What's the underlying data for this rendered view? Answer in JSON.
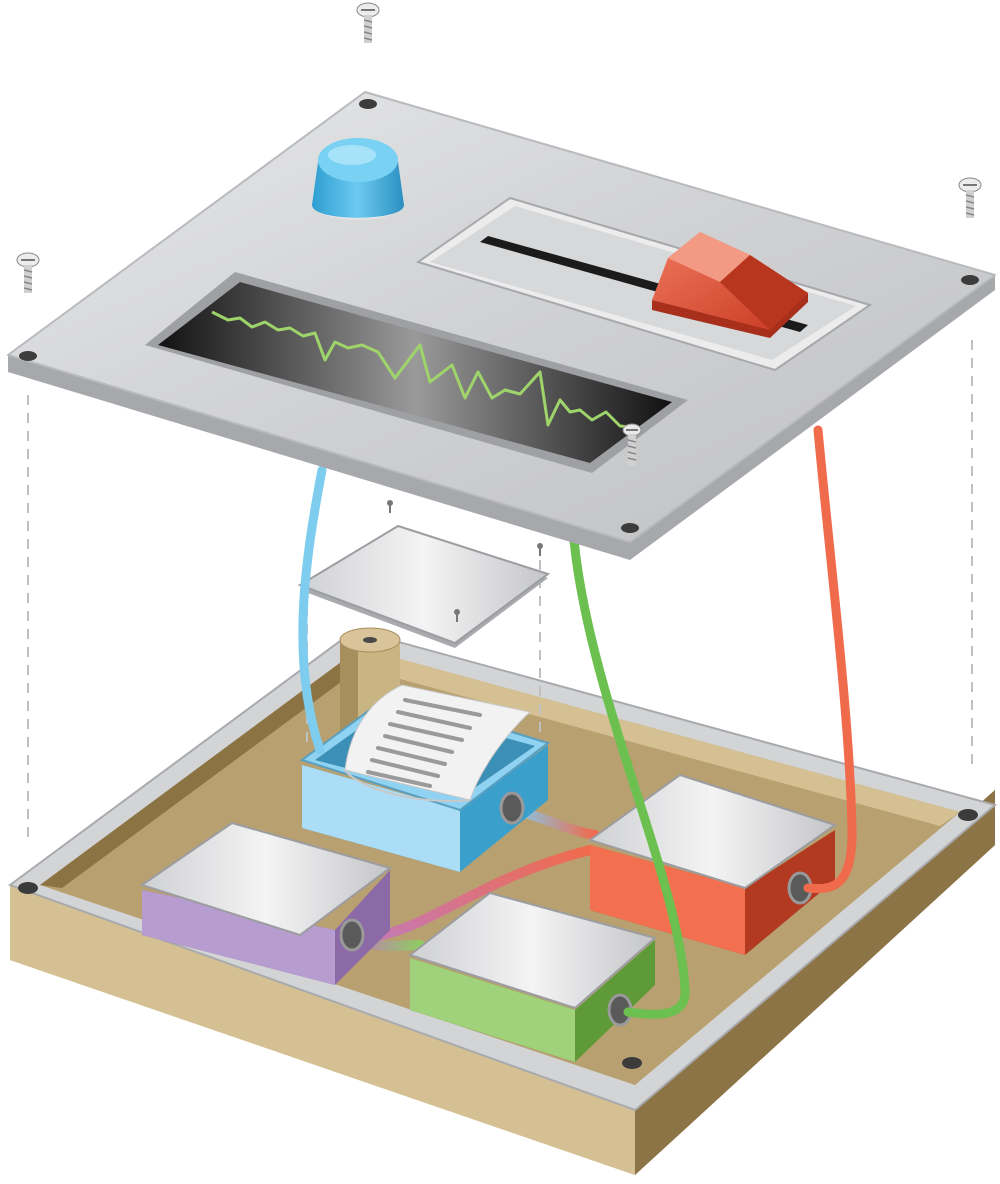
{
  "title": "",
  "colors": {
    "panel": "#c9cacc",
    "panel_edge": "#9fa1a4",
    "base_light": "#d5c194",
    "base_dark": "#8b7344",
    "base_floor": "#b8a070",
    "knob": "#5bc0ea",
    "slider_knob": "#e05034",
    "screen": "#1b1b1b",
    "waveform": "#9fd46b",
    "module_blue": "#a9ddf6",
    "module_red": "#ef6a49",
    "module_purple": "#a98bc4",
    "module_green": "#8fcb63",
    "wire_blue": "#7fcdee",
    "wire_red": "#f06a4c",
    "wire_green": "#6cc04f",
    "wire_purple": "#c47ab8",
    "guide_line": "#bdbdbd"
  },
  "parts": [
    {
      "id": "top-panel",
      "label": ""
    },
    {
      "id": "control-knob",
      "label": ""
    },
    {
      "id": "slider",
      "label": ""
    },
    {
      "id": "display-screen",
      "label": ""
    },
    {
      "id": "inner-cover-plate",
      "label": ""
    },
    {
      "id": "enclosure-base",
      "label": ""
    },
    {
      "id": "printer-module",
      "label": ""
    },
    {
      "id": "red-module",
      "label": ""
    },
    {
      "id": "purple-module",
      "label": ""
    },
    {
      "id": "green-module",
      "label": ""
    }
  ],
  "icons": [
    "screw-icon",
    "knob-icon",
    "slider-knob-icon",
    "waveform-icon",
    "connector-icon",
    "paper-roll-icon"
  ]
}
